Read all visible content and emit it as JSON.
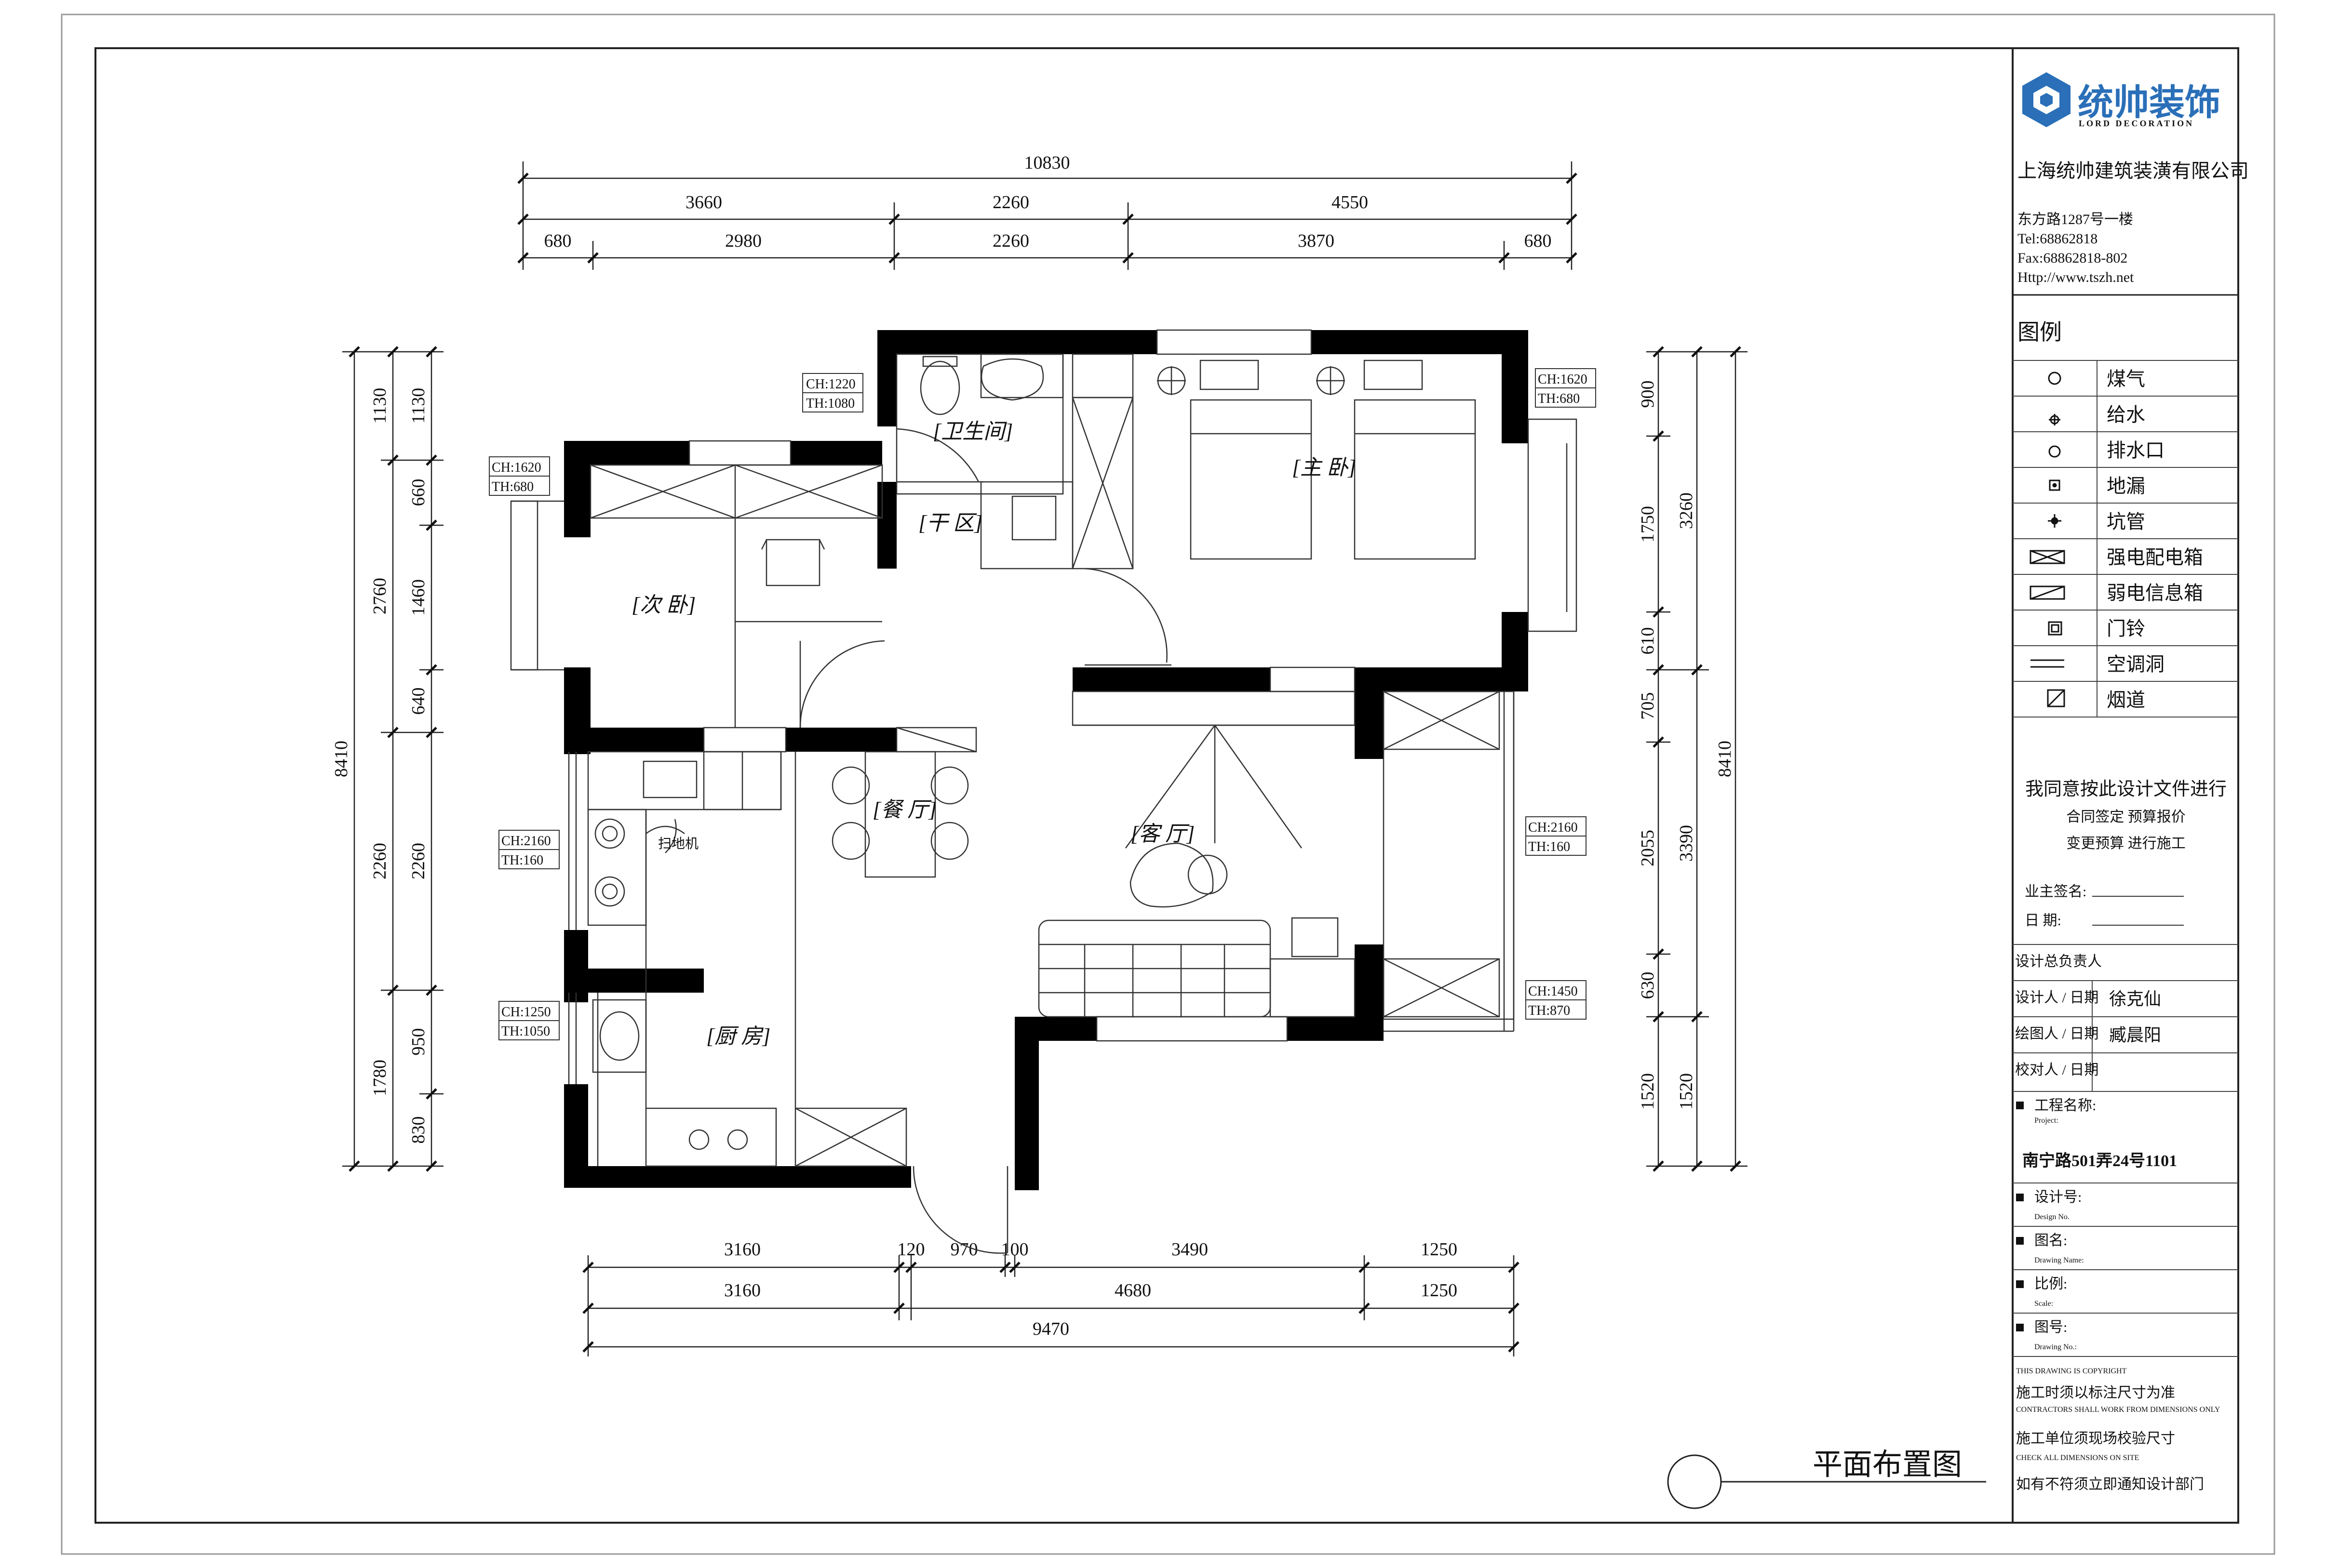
{
  "company": {
    "logo_name": "统帅装饰",
    "logo_en": "LORD DECORATION",
    "name": "上海统帅建筑装潢有限公司",
    "address": "东方路1287号一楼",
    "tel": "Tel:68862818",
    "fax": "Fax:68862818-802",
    "web": "Http://www.tszh.net"
  },
  "legend": {
    "title": "图例",
    "items": [
      {
        "icon": "gas-icon",
        "label": "煤气"
      },
      {
        "icon": "water-supply-icon",
        "label": "给水"
      },
      {
        "icon": "drain-outlet-icon",
        "label": "排水口"
      },
      {
        "icon": "floor-drain-icon",
        "label": "地漏"
      },
      {
        "icon": "toilet-pipe-icon",
        "label": "坑管"
      },
      {
        "icon": "power-box-icon",
        "label": "强电配电箱"
      },
      {
        "icon": "data-box-icon",
        "label": "弱电信息箱"
      },
      {
        "icon": "doorbell-icon",
        "label": "门铃"
      },
      {
        "icon": "ac-hole-icon",
        "label": "空调洞"
      },
      {
        "icon": "flue-icon",
        "label": "烟道"
      }
    ]
  },
  "agreement": {
    "line1": "我同意按此设计文件进行",
    "line2": "合同签定  预算报价",
    "line3": "变更预算  进行施工",
    "owner_sign": "业主签名:",
    "date": "日    期:"
  },
  "credits": [
    {
      "label": "设计总负责人",
      "value": ""
    },
    {
      "label": "设计人 / 日期",
      "value": "徐克仙"
    },
    {
      "label": "绘图人 / 日期",
      "value": "臧晨阳"
    },
    {
      "label": "校对人 / 日期",
      "value": ""
    }
  ],
  "project": {
    "label": "工程名称:",
    "label_en": "Project:",
    "value": "南宁路501弄24号1101"
  },
  "fields": [
    {
      "label": "设计号:",
      "en": "Design No."
    },
    {
      "label": "图名:",
      "en": "Drawing Name:"
    },
    {
      "label": "比例:",
      "en": "Scale:"
    },
    {
      "label": "图号:",
      "en": "Drawing No.:"
    }
  ],
  "notes": {
    "tiny1": "THIS DRAWING IS COPYRIGHT",
    "line1": "施工时须以标注尺寸为准",
    "tiny2": "CONTRACTORS SHALL WORK FROM DIMENSIONS ONLY",
    "line2": "施工单位须现场校验尺寸",
    "tiny3": "CHECK ALL DIMENSIONS ON SITE",
    "line3": "如有不符须立即通知设计部门"
  },
  "drawing_title": "平面布置图",
  "rooms": {
    "bathroom": "[卫生间]",
    "dry_area": "[干 区]",
    "master_bedroom": "[主 卧]",
    "second_bedroom": "[次 卧]",
    "dining": "[餐 厅]",
    "living": "[客 厅]",
    "kitchen": "[厨 房]",
    "robot_vacuum": "扫地机"
  },
  "window_tags": [
    {
      "ch": "CH:1220",
      "th": "TH:1080"
    },
    {
      "ch": "CH:1620",
      "th": "TH:680"
    },
    {
      "ch": "CH:1620",
      "th": "TH:680"
    },
    {
      "ch": "CH:2160",
      "th": "TH:160"
    },
    {
      "ch": "CH:2160",
      "th": "TH:160"
    },
    {
      "ch": "CH:1250",
      "th": "TH:1050"
    },
    {
      "ch": "CH:1450",
      "th": "TH:870"
    }
  ],
  "dimensions": {
    "top_total": "10830",
    "top_mid": [
      "3660",
      "2260",
      "4550"
    ],
    "top_detail": [
      "680",
      "2980",
      "2260",
      "3870",
      "680"
    ],
    "left_total": "8410",
    "left_mid": [
      "1130",
      "2760",
      "2260",
      "1780"
    ],
    "left_detail": [
      "1130",
      "660",
      "1460",
      "640",
      "2260",
      "950",
      "830"
    ],
    "right_total": "8410",
    "right_mid": [
      "3260",
      "3390",
      "1520"
    ],
    "right_detail": [
      "900",
      "1750",
      "610",
      "705",
      "2055",
      "630",
      "1520"
    ],
    "bottom_row1": [
      "3160",
      "120",
      "970",
      "100",
      "3490",
      "1250"
    ],
    "bottom_row2": [
      "3160",
      "4680",
      "1250"
    ],
    "bottom_total": "9470"
  },
  "colors": {
    "wall": "#000000",
    "line": "#333333",
    "accent": "#2a6fb8"
  }
}
